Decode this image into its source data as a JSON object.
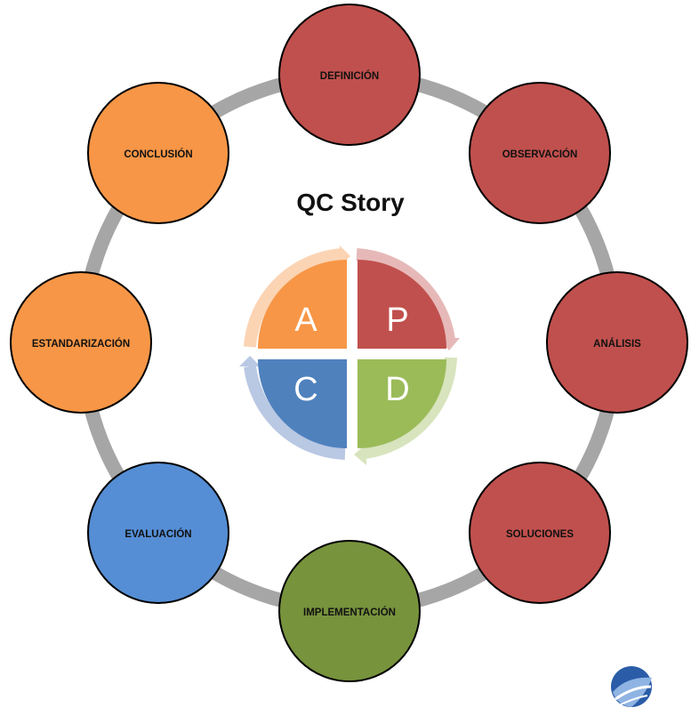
{
  "diagram": {
    "title": "QC Story",
    "steps": [
      {
        "id": "definicion",
        "label": "DEFINICIÓN",
        "phase": "P"
      },
      {
        "id": "observacion",
        "label": "OBSERVACIÓN",
        "phase": "P"
      },
      {
        "id": "analisis",
        "label": "ANÁLISIS",
        "phase": "P"
      },
      {
        "id": "soluciones",
        "label": "SOLUCIONES",
        "phase": "P"
      },
      {
        "id": "implementacion",
        "label": "IMPLEMENTACIÓN",
        "phase": "D"
      },
      {
        "id": "evaluacion",
        "label": "EVALUACIÓN",
        "phase": "C"
      },
      {
        "id": "estandarizacion",
        "label": "ESTANDARIZACIÓN",
        "phase": "A"
      },
      {
        "id": "conclusion",
        "label": "CONCLUSIÓN",
        "phase": "A"
      }
    ],
    "pdca": {
      "plan": "P",
      "do": "D",
      "check": "C",
      "act": "A"
    },
    "colors": {
      "plan": "#c0504d",
      "do": "#77933c",
      "check": "#4f81bd",
      "act": "#f79646",
      "ring": "#a6a6a6",
      "node_border": "#000000"
    }
  }
}
